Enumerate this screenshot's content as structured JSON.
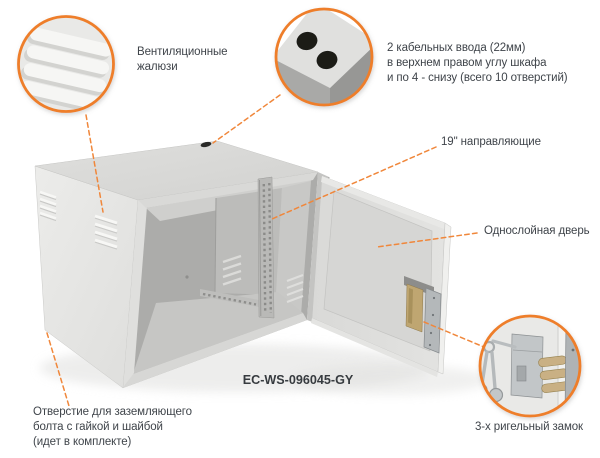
{
  "product": {
    "model_label": "EC-WS-096045-GY"
  },
  "callouts": {
    "vents": {
      "text": "Вентиляционные\nжалюзи"
    },
    "cable_entries": {
      "text": "2 кабельных ввода (22мм)\nв верхнем правом углу шкафа\nи по 4 - снизу (всего 10 отверстий)"
    },
    "rails": {
      "text": "19\" направляющие"
    },
    "door": {
      "text": "Однослойная дверь"
    },
    "lock": {
      "text": "3-х ригельный замок"
    },
    "grounding": {
      "text": "Отверстие для заземляющего\nболта с гайкой и шайбой\n(идет в комплекте)"
    }
  },
  "colors": {
    "accent_orange": "#EE7E2B",
    "leader_orange": "#F0873B",
    "text": "#3F444A",
    "cabinet_light": "#E6E6E4",
    "cabinet_top": "#D8D8D6",
    "interior_gray": "#B2B2B0",
    "brass": "#BFA671",
    "steel": "#B4B8BA",
    "background": "#FFFFFF"
  }
}
